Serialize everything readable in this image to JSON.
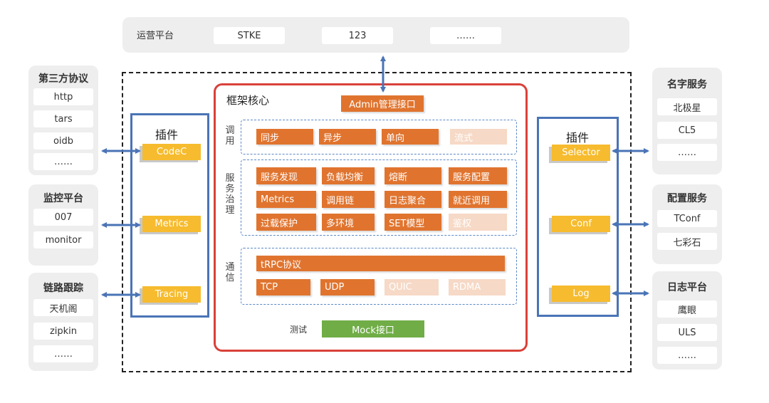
{
  "top": {
    "title": "运营平台",
    "items": [
      "STKE",
      "123",
      "……"
    ]
  },
  "left_panels": [
    {
      "title": "第三方协议",
      "items": [
        "http",
        "tars",
        "oidb",
        "……"
      ]
    },
    {
      "title": "监控平台",
      "items": [
        "007",
        "monitor"
      ]
    },
    {
      "title": "链路跟踪",
      "items": [
        "天机阁",
        "zipkin",
        "……"
      ]
    }
  ],
  "right_panels": [
    {
      "title": "名字服务",
      "items": [
        "北极星",
        "CL5",
        "……"
      ]
    },
    {
      "title": "配置服务",
      "items": [
        "TConf",
        "七彩石"
      ]
    },
    {
      "title": "日志平台",
      "items": [
        "鹰眼",
        "ULS",
        "……"
      ]
    }
  ],
  "left_plugin": {
    "title": "插件",
    "items": [
      "CodeC",
      "Metrics",
      "Tracing"
    ]
  },
  "right_plugin": {
    "title": "插件",
    "items": [
      "Selector",
      "Conf",
      "Log"
    ]
  },
  "core": {
    "title": "框架核心",
    "admin": "Admin管理接口",
    "call": {
      "label": "调用",
      "items": [
        "同步",
        "异步",
        "单向",
        "流式"
      ]
    },
    "gov": {
      "label": "服务治理",
      "items": [
        "服务发现",
        "负载均衡",
        "熔断",
        "服务配置",
        "Metrics",
        "调用链",
        "日志聚合",
        "就近调用",
        "过载保护",
        "多环境",
        "SET模型",
        "鉴权"
      ]
    },
    "comm": {
      "label": "通信",
      "protocol": "tRPC协议",
      "items": [
        "TCP",
        "UDP",
        "QUIC",
        "RDMA"
      ]
    },
    "test_label": "测试",
    "mock": "Mock接口"
  },
  "colors": {
    "orange": "#e0742f",
    "yellow": "#f6bb2e",
    "green": "#70ad47",
    "blue": "#4a74b6",
    "red": "#d9413a"
  }
}
